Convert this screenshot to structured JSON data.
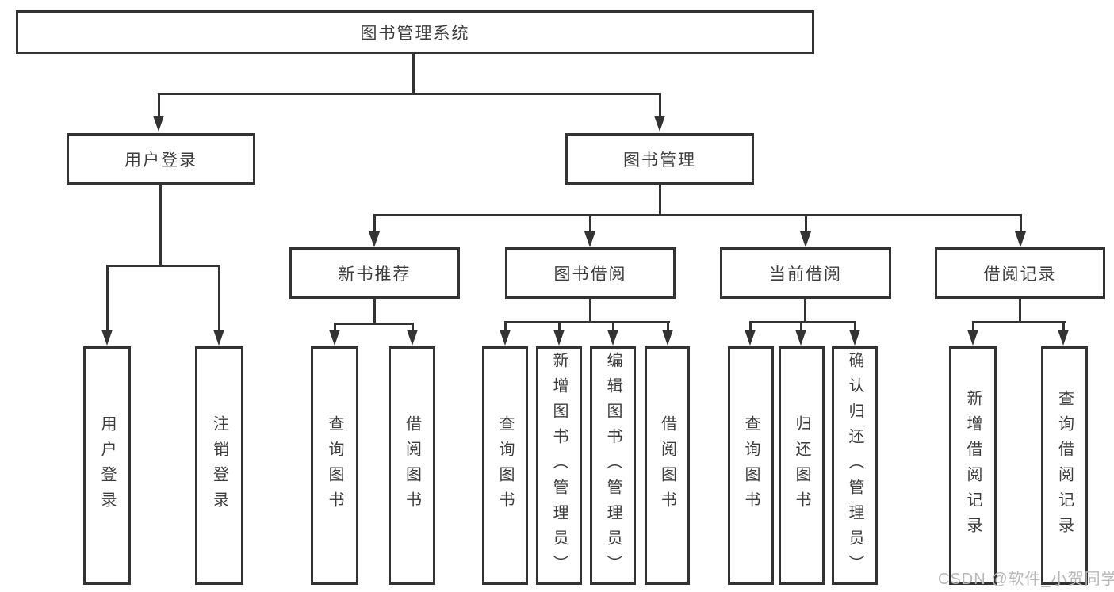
{
  "tree": {
    "root": {
      "label": "图书管理系统",
      "children": [
        {
          "label": "用户登录",
          "children": [
            {
              "label": "用户登录"
            },
            {
              "label": "注销登录"
            }
          ]
        },
        {
          "label": "图书管理",
          "children": [
            {
              "label": "新书推荐",
              "children": [
                {
                  "label": "查询图书"
                },
                {
                  "label": "借阅图书"
                }
              ]
            },
            {
              "label": "图书借阅",
              "children": [
                {
                  "label": "查询图书"
                },
                {
                  "label": "新增图书（管理员）"
                },
                {
                  "label": "编辑图书（管理员）"
                },
                {
                  "label": "借阅图书"
                }
              ]
            },
            {
              "label": "当前借阅",
              "children": [
                {
                  "label": "查询图书"
                },
                {
                  "label": "归还图书"
                },
                {
                  "label": "确认归还（管理员）"
                }
              ]
            },
            {
              "label": "借阅记录",
              "children": [
                {
                  "label": "新增借阅记录"
                },
                {
                  "label": "查询借阅记录"
                }
              ]
            }
          ]
        }
      ]
    }
  },
  "watermark": {
    "text": "CSDN @软件_小贺同学"
  },
  "colors": {
    "line": "#333333",
    "text": "#3d3d3d",
    "watermark": "#b8b8b8",
    "background": "#ffffff"
  }
}
